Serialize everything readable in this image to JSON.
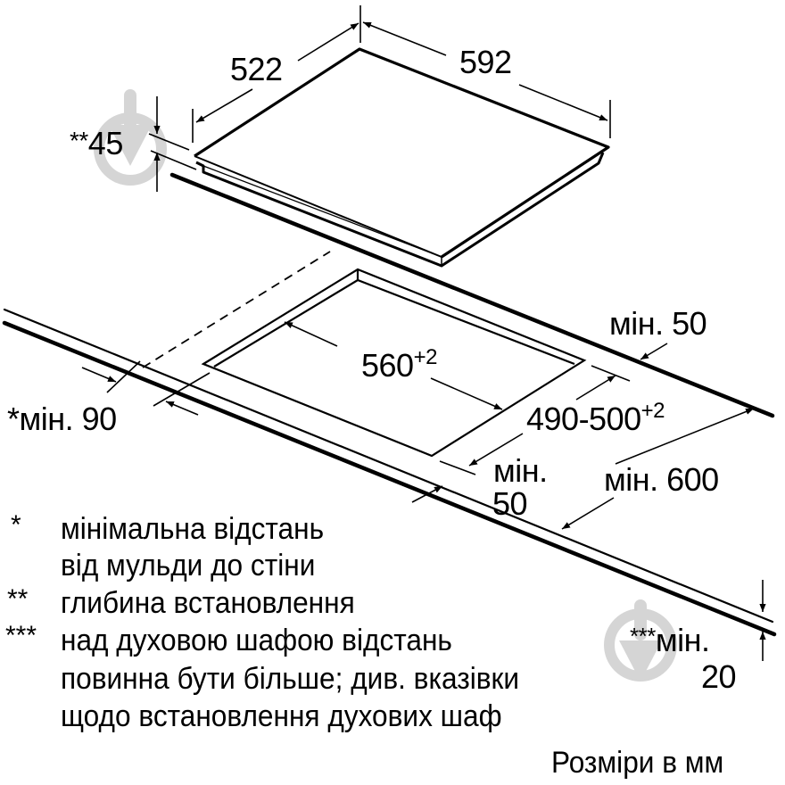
{
  "diagram": {
    "type": "hob-installation-drawing",
    "units_note": "Розміри в мм",
    "colors": {
      "line": "#000000",
      "background": "#ffffff",
      "watermark": "#d9d9d9"
    }
  },
  "dimensions": {
    "hob_depth": "522",
    "hob_width": "592",
    "installation_depth": {
      "prefix": "**",
      "value": "45"
    },
    "cutout_width": {
      "value": "560",
      "tolerance": "+2"
    },
    "cutout_depth": {
      "value": "490-500",
      "tolerance": "+2"
    },
    "rear_min": "мін. 50",
    "front_wall_min": {
      "prefix": "*",
      "value": "мін. 90"
    },
    "front_min_line1": "мін.",
    "front_min_line2": "50",
    "worktop_min": "мін. 600",
    "worktop_thickness_min": {
      "prefix": "***",
      "line1": "мін.",
      "line2": "20"
    }
  },
  "notes": [
    {
      "marker": "*",
      "lines": [
        "мінімальна відстань",
        "від мульди до стіни"
      ]
    },
    {
      "marker": "**",
      "lines": [
        "глибина встановлення"
      ]
    },
    {
      "marker": "***",
      "lines": [
        "над духовою шафою відстань",
        "повинна бути більше; див. вказівки",
        "щодо встановлення духових шаф"
      ]
    }
  ],
  "watermarks": [
    {
      "name": "watermark-logo-left"
    },
    {
      "name": "watermark-logo-right"
    }
  ]
}
